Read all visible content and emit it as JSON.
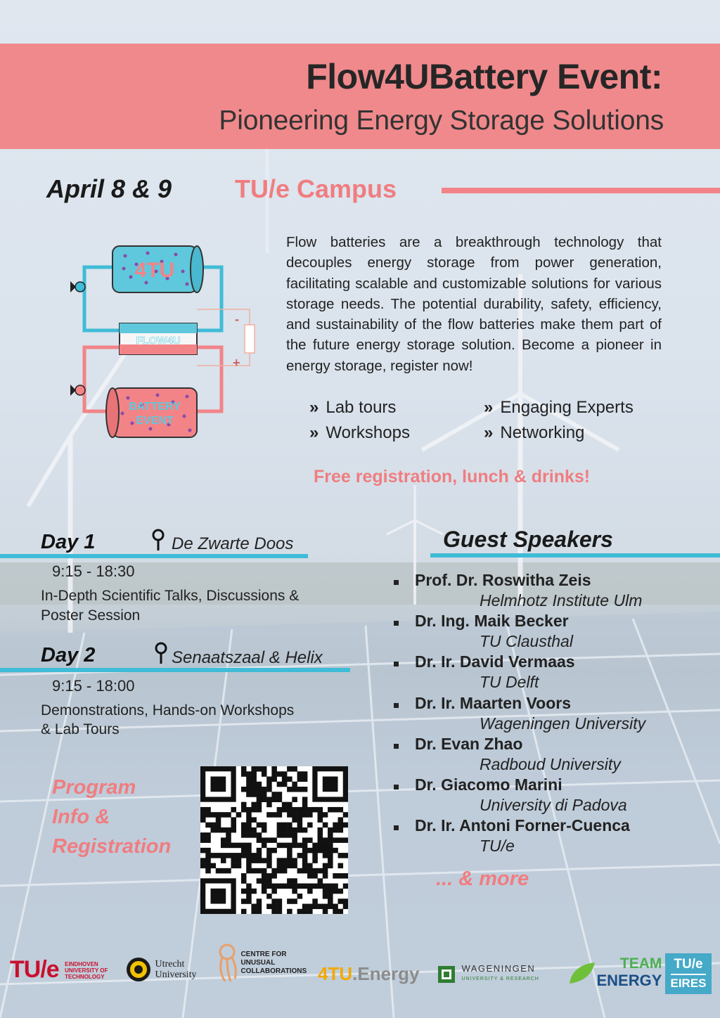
{
  "title": {
    "line1": "Flow4UBattery Event:",
    "line2": "Pioneering Energy Storage Solutions"
  },
  "date": "April 8 & 9",
  "venue": "TU/e Campus",
  "diagram": {
    "top_tank_label": "4TU",
    "cell_label": "FLOW4U",
    "bottom_tank_label_1": "BATTERY",
    "bottom_tank_label_2": "EVENT",
    "minus": "-",
    "plus": "+"
  },
  "description": "Flow batteries are a breakthrough technology that decouples energy storage from power generation, facilitating scalable and customizable solutions for various storage needs. The potential durability, safety, efficiency, and sustainability of the flow batteries make them part of the future energy storage solution. Become a pioneer in energy storage, register now!",
  "features": {
    "marker": "»",
    "items": [
      "Lab tours",
      "Engaging Experts",
      "Workshops",
      "Networking"
    ]
  },
  "free_note": "Free registration, lunch & drinks!",
  "day1": {
    "title": "Day 1",
    "location": "De Zwarte Doos",
    "time": "9:15 - 18:30",
    "desc1": "In-Depth Scientific Talks, Discussions &",
    "desc2": "Poster Session"
  },
  "day2": {
    "title": "Day 2",
    "location": "Senaatszaal & Helix",
    "time": "9:15 - 18:00",
    "desc1": "Demonstrations, Hands-on Workshops",
    "desc2": "& Lab Tours"
  },
  "program": {
    "line1": "Program",
    "line2": "Info &",
    "line3": "Registration"
  },
  "speakers": {
    "title": "Guest Speakers",
    "list": [
      {
        "name": "Prof. Dr. Roswitha Zeis",
        "affiliation": "Helmhotz Institute Ulm"
      },
      {
        "name": "Dr. Ing. Maik Becker",
        "affiliation": "TU Clausthal"
      },
      {
        "name": "Dr. Ir. David Vermaas",
        "affiliation": "TU Delft"
      },
      {
        "name": "Dr. Ir. Maarten Voors",
        "affiliation": "Wageningen University"
      },
      {
        "name": "Dr. Evan Zhao",
        "affiliation": "Radboud University"
      },
      {
        "name": "Dr. Giacomo Marini",
        "affiliation": "University di Padova"
      },
      {
        "name": "Dr. Ir. Antoni Forner-Cuenca",
        "affiliation": "TU/e"
      }
    ],
    "more": "... & more"
  },
  "logos": {
    "tue": "TU/e",
    "tue_sub1": "EINDHOVEN",
    "tue_sub2": "UNIVERSITY OF",
    "tue_sub3": "TECHNOLOGY",
    "uu1": "Utrecht",
    "uu2": "University",
    "cuc1": "CENTRE FOR",
    "cuc2": "UNUSUAL",
    "cuc3": "COLLABORATIONS",
    "fourtu_a": "4TU",
    "fourtu_b": ".Energy",
    "wur1": "WAGENINGEN",
    "wur2": "UNIVERSITY & RESEARCH",
    "team1": "TEAM",
    "team2": "ENERGY",
    "eires1": "TU/e",
    "eires2": "EIRES"
  },
  "colors": {
    "pink": "#f0898c",
    "blue": "#3fbcd7",
    "tank_blue": "#5fc8dc",
    "tank_pink": "#f28488"
  }
}
